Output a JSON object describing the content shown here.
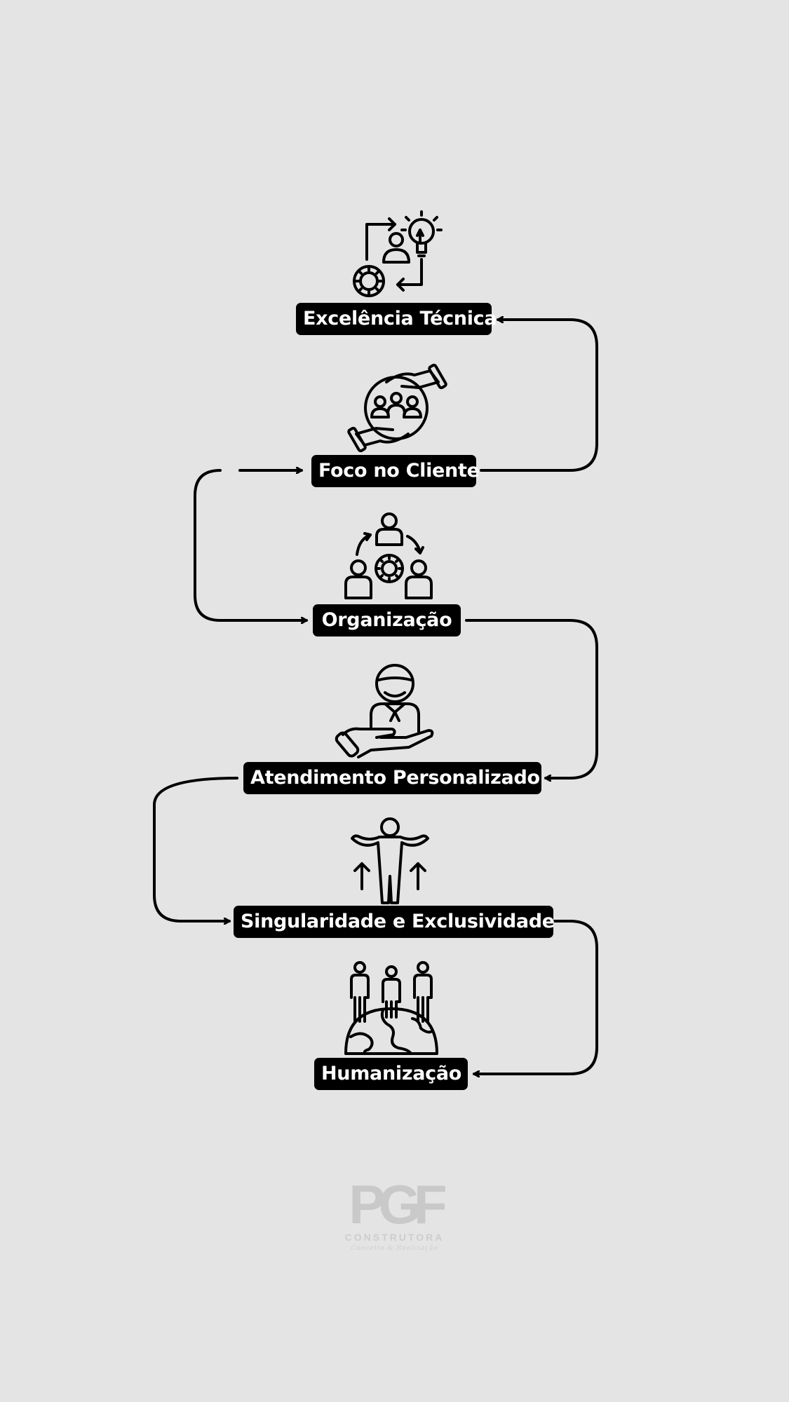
{
  "steps": [
    {
      "label": "Excelência Técnica",
      "icon": "process-idea-icon"
    },
    {
      "label": "Foco no Cliente",
      "icon": "client-care-icon"
    },
    {
      "label": "Organização",
      "icon": "team-organization-icon"
    },
    {
      "label": "Atendimento Personalizado",
      "icon": "personal-service-icon"
    },
    {
      "label": "Singularidade e Exclusividade",
      "icon": "growth-person-icon"
    },
    {
      "label": "Humanização",
      "icon": "people-globe-icon"
    }
  ],
  "logo": {
    "mark": "PGF",
    "name": "CONSTRUTORA",
    "tagline": "Conceito & Realização"
  },
  "colors": {
    "background": "#e4e4e4",
    "label_background": "#000000",
    "label_text": "#ffffff",
    "stroke": "#000000",
    "logo": "#c9c9c9"
  }
}
